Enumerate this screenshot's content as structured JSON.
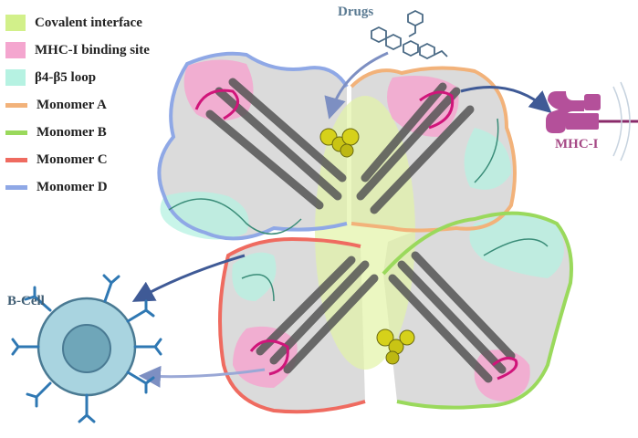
{
  "legend": [
    {
      "label": "Covalent interface",
      "color": "#d2f08a",
      "kind": "box"
    },
    {
      "label": "MHC-I binding site",
      "color": "#f4a6cf",
      "kind": "box"
    },
    {
      "label": "β4-β5 loop",
      "color": "#b6f2e2",
      "kind": "box"
    },
    {
      "label": "Monomer A",
      "color": "#f2b27a",
      "kind": "bar"
    },
    {
      "label": "Monomer B",
      "color": "#9ad95c",
      "kind": "bar"
    },
    {
      "label": "Monomer C",
      "color": "#ef6b60",
      "kind": "bar"
    },
    {
      "label": "Monomer D",
      "color": "#8fa8e6",
      "kind": "bar"
    }
  ],
  "labels": {
    "drugs": "Drugs",
    "mhc": "MHC-I",
    "bcell": "B-Cell"
  },
  "colors": {
    "drugs_label": "#5a7a92",
    "mhc_label": "#a64a86",
    "bcell_label": "#3f5d73",
    "arrow": "#3f5a96"
  },
  "icons": [
    "drug-molecules-icon",
    "mhc-receptor-icon",
    "b-cell-icon",
    "antibody-icon"
  ]
}
